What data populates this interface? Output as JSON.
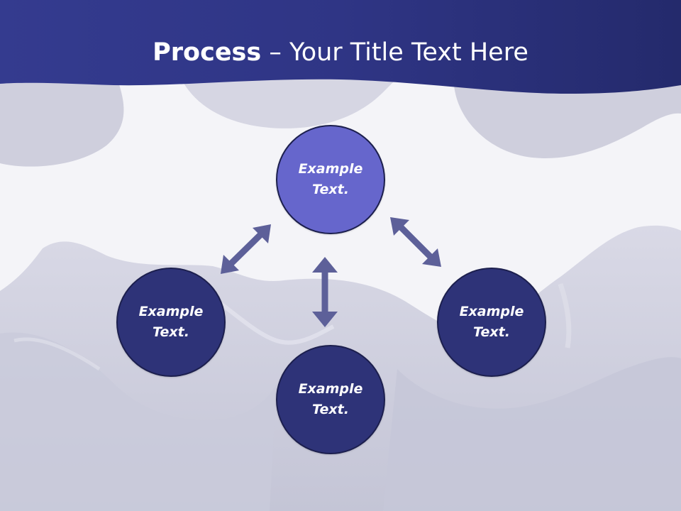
{
  "slide": {
    "title_bold": "Process",
    "title_rest": " – Your Title Text Here"
  },
  "nodes": {
    "top": {
      "line1": "Example",
      "line2": "Text."
    },
    "left": {
      "line1": "Example",
      "line2": "Text."
    },
    "right": {
      "line1": "Example",
      "line2": "Text."
    },
    "bottom": {
      "line1": "Example",
      "line2": "Text."
    }
  },
  "colors": {
    "header": "#2f3585",
    "accent_node": "#6666cc",
    "node": "#2e3378",
    "arrow": "#5d6099",
    "background": "#f4f4f8"
  }
}
